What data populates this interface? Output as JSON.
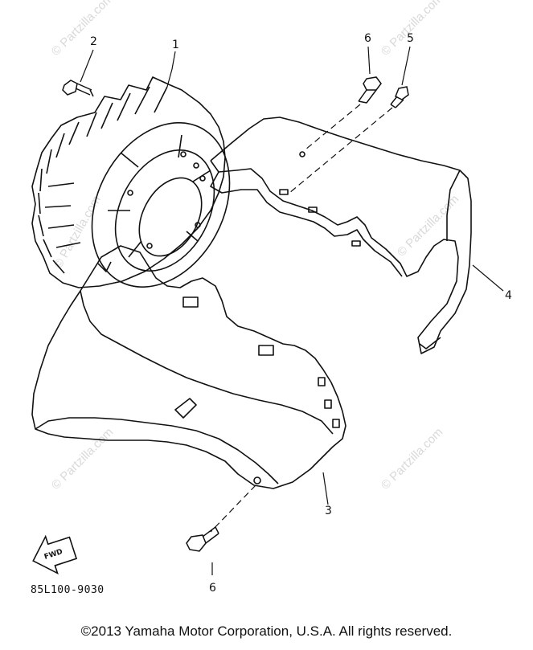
{
  "diagram": {
    "callouts": [
      "1",
      "2",
      "3",
      "4",
      "5",
      "6",
      "6"
    ],
    "direction_arrow": "FWD",
    "watermark": "© Partzilla.com",
    "part_code": "85L100-9030"
  },
  "footer": {
    "copyright": "©2013  Yamaha Motor Corporation, U.S.A. All rights reserved."
  },
  "icons": {
    "fwd": "fwd-arrow-icon"
  }
}
